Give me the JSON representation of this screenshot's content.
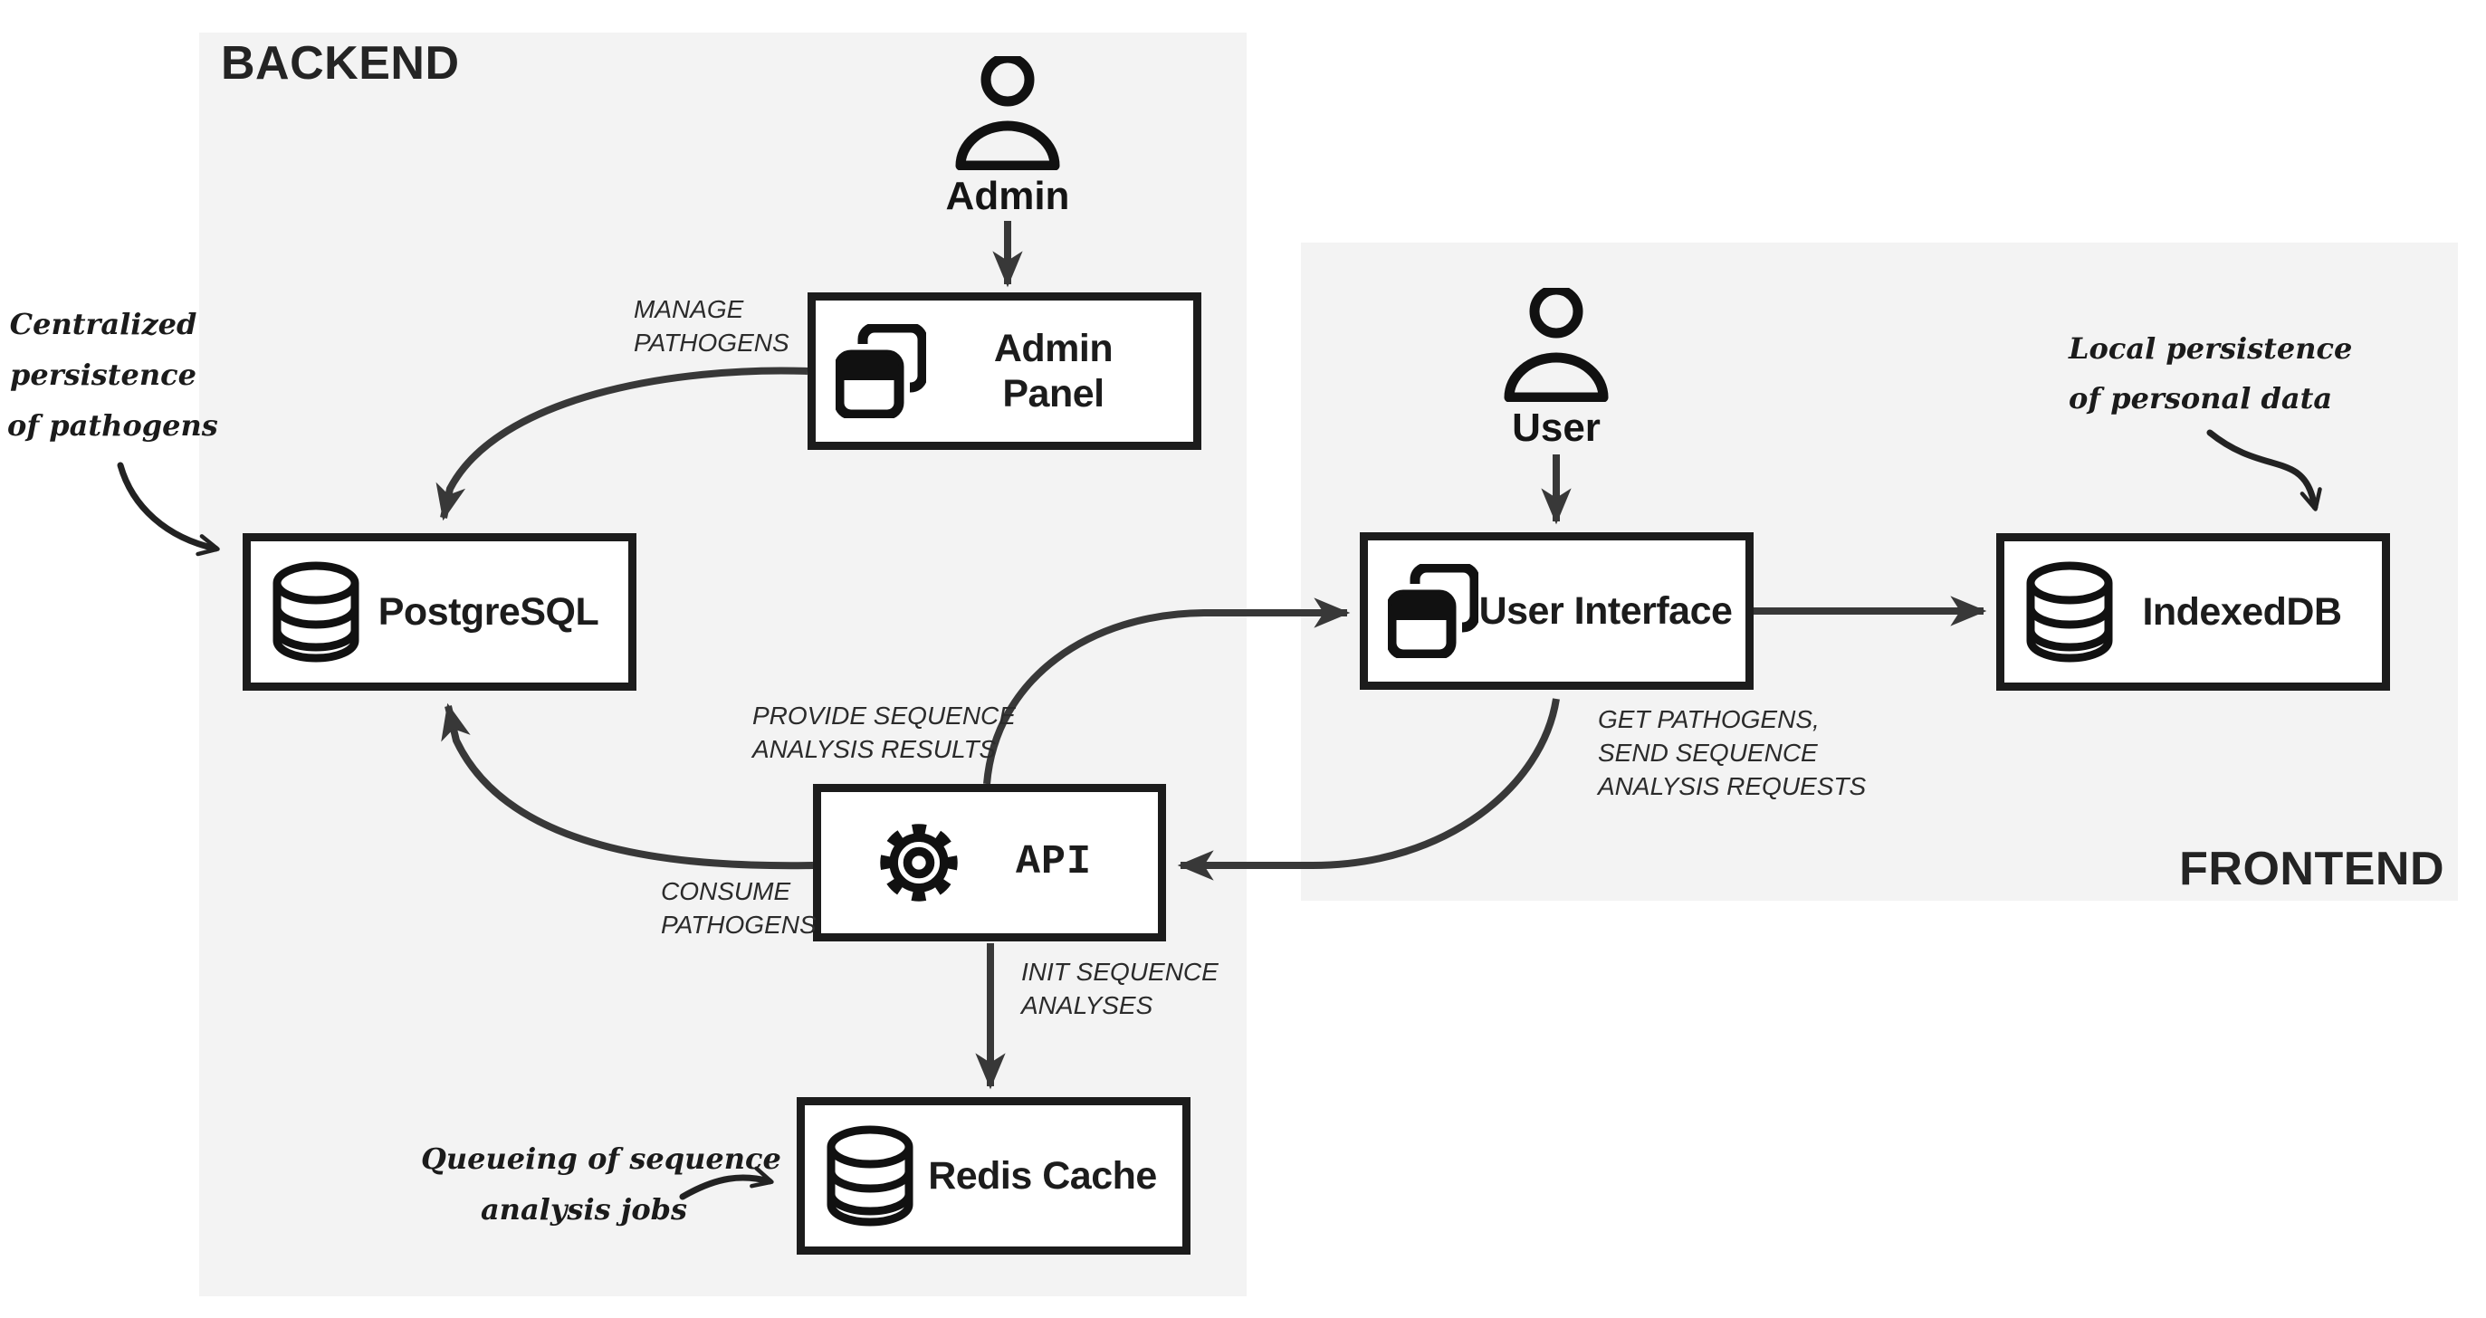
{
  "colors": {
    "panel_bg": "#f3f3f3",
    "box_border": "#1c1c1c",
    "arrow": "#383838",
    "text": "#1f1f1f",
    "annotation": "#2b2b2b",
    "note": "#1b1b1b"
  },
  "panels": {
    "backend": {
      "label": "BACKEND"
    },
    "frontend": {
      "label": "FRONTEND"
    }
  },
  "actors": {
    "admin": {
      "label": "Admin",
      "icon": "person-icon"
    },
    "user": {
      "label": "User",
      "icon": "person-icon"
    }
  },
  "nodes": {
    "admin_panel": {
      "lines": [
        "Admin",
        "Panel"
      ],
      "icon": "windows-icon"
    },
    "postgresql": {
      "label": "PostgreSQL",
      "icon": "database-icon"
    },
    "api": {
      "label": "API",
      "icon": "gear-icon"
    },
    "redis": {
      "label": "Redis Cache",
      "icon": "database-icon"
    },
    "user_interface": {
      "label": "User Interface",
      "icon": "windows-icon"
    },
    "indexeddb": {
      "label": "IndexedDB",
      "icon": "database-icon"
    }
  },
  "edge_labels": {
    "manage": [
      "MANAGE",
      "PATHOGENS"
    ],
    "provide": [
      "PROVIDE SEQUENCE",
      "ANALYSIS RESULTS"
    ],
    "consume": [
      "CONSUME",
      "PATHOGENS"
    ],
    "init": [
      "INIT SEQUENCE",
      "ANALYSES"
    ],
    "getsend": [
      "GET PATHOGENS,",
      "SEND SEQUENCE",
      "ANALYSIS REQUESTS"
    ]
  },
  "notes": {
    "centralized": [
      "Centralized",
      "persistence",
      "of pathogens"
    ],
    "local": [
      "Local persistence",
      "of personal data"
    ],
    "queueing": [
      "Queueing of sequence",
      "analysis jobs"
    ]
  }
}
